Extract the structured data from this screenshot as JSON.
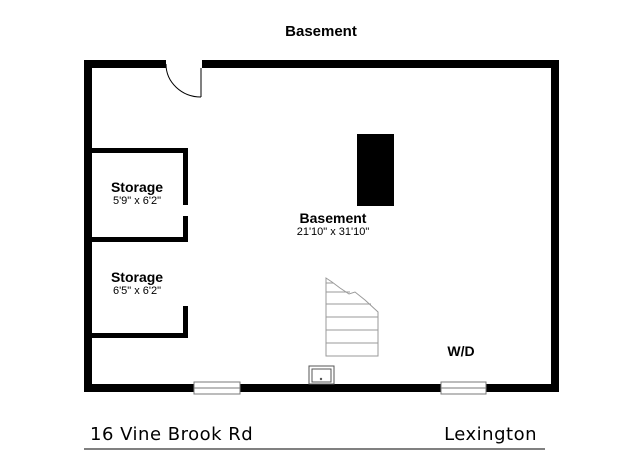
{
  "plan_title": "Basement",
  "rooms": [
    {
      "name": "Storage",
      "dimensions": "5'9\" x 6'2\""
    },
    {
      "name": "Storage",
      "dimensions": "6'5\" x 6'2\""
    },
    {
      "name": "Basement",
      "dimensions": "21'10\" x 31'10\""
    }
  ],
  "appliance_label": "W/D",
  "footer": {
    "address": "16 Vine Brook Rd",
    "city": "Lexington"
  }
}
